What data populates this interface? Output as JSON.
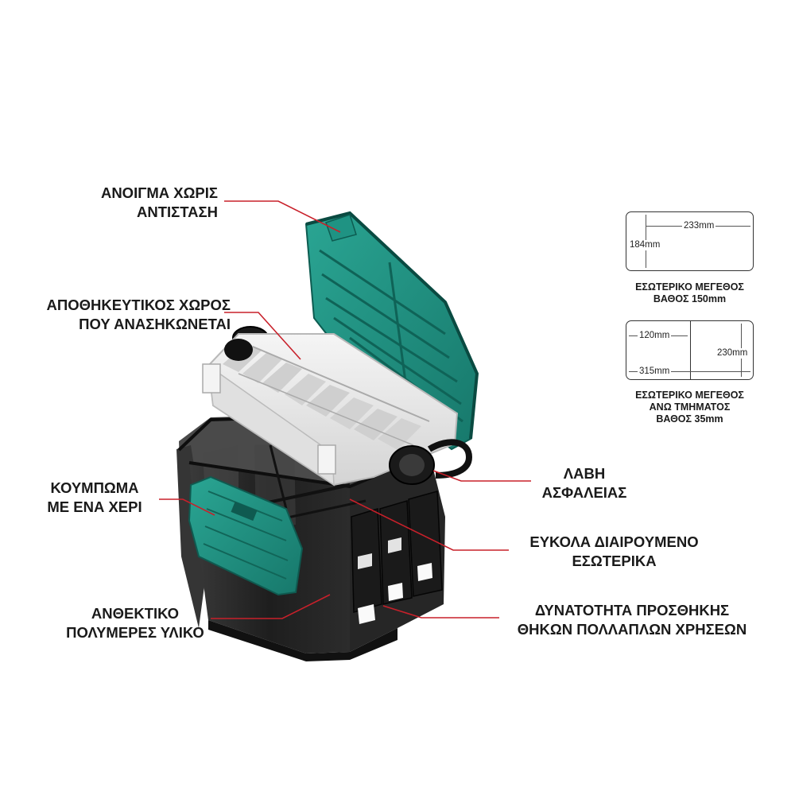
{
  "callouts": {
    "opening": {
      "line1": "ΑΝΟΙΓΜΑ ΧΩΡΙΣ",
      "line2": "ΑΝΤΙΣΤΑΣΗ"
    },
    "storage": {
      "line1": "ΑΠΟΘΗΚΕΥΤΙΚΟΣ ΧΩΡΟΣ",
      "line2": "ΠΟΥ ΑΝΑΣΗΚΩΝΕΤΑΙ"
    },
    "latch": {
      "line1": "ΚΟΥΜΠΩΜΑ",
      "line2": "ΜΕ ΕΝΑ ΧΕΡΙ"
    },
    "material": {
      "line1": "ΑΝΘΕΚΤΙΚΟ",
      "line2": "ΠΟΛΥΜΕΡΕΣ ΥΛΙΚΟ"
    },
    "handle": {
      "line1": "ΛΑΒΗ",
      "line2": "ΑΣΦΑΛΕΙΑΣ"
    },
    "dividers": {
      "line1": "ΕΥΚΟΛΑ ΔΙΑΙΡΟΥΜΕΝΟ",
      "line2": "ΕΣΩΤΕΡΙΚΑ"
    },
    "holders": {
      "line1": "ΔΥΝΑΤΟΤΗΤΑ ΠΡΟΣΘΗΚΗΣ",
      "line2": "ΘΗΚΩΝ ΠΟΛΛΑΠΛΩΝ ΧΡΗΣΕΩΝ"
    }
  },
  "dimensions": {
    "main": {
      "width": "233mm",
      "height": "184mm",
      "caption1": "ΕΣΩΤΕΡΙΚΟ ΜΕΓΕΘΟΣ",
      "caption2": "ΒΑΘΟΣ 150mm"
    },
    "top": {
      "width_small": "120mm",
      "width_large": "315mm",
      "height": "230mm",
      "caption1": "ΕΣΩΤΕΡΙΚΟ ΜΕΓΕΘΟΣ",
      "caption2": "ΑΝΩ ΤΜΗΜΑΤΟΣ",
      "caption3": "ΒΑΘΟΣ 35mm"
    }
  },
  "colors": {
    "teal": "#1e8c7e",
    "body": "#1c1c1c",
    "tray": "#ececec",
    "leader": "#c8202a"
  }
}
